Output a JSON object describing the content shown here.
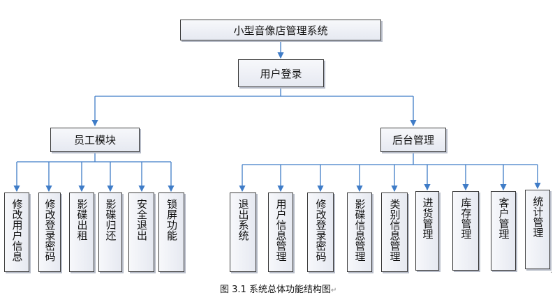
{
  "title": "小型音像店管理系统",
  "login": "用户登录",
  "branches": {
    "staff": {
      "label": "员工模块",
      "items": [
        "修改用户信息",
        "修改登录密码",
        "影碟出租",
        "影碟归还",
        "安全退出",
        "锁屏功能"
      ]
    },
    "admin": {
      "label": "后台管理",
      "items": [
        "退出系统",
        "用户信息管理",
        "修改登录密码",
        "影碟信息管理",
        "类别信息管理",
        "进货管理",
        "库存管理",
        "客户管理",
        "统计管理"
      ]
    }
  },
  "caption": "图 3.1  系统总体功能结构图",
  "caption_mark": "↵",
  "colors": {
    "line": "#3f7cc7",
    "box_border": "#3b3b3b",
    "box_fill": "#e8ebf2"
  }
}
